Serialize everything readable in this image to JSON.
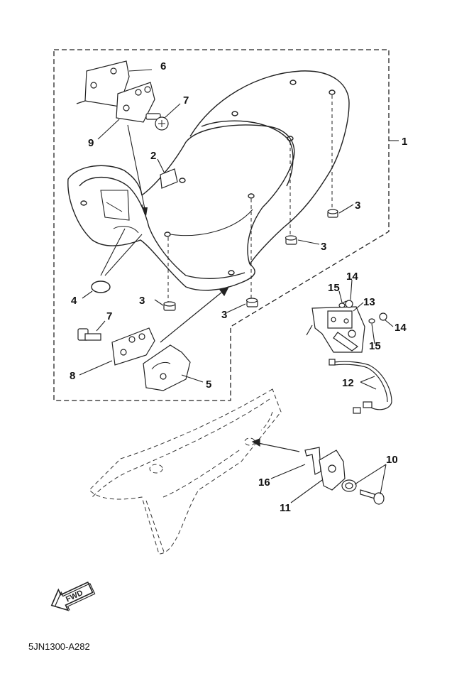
{
  "diagram": {
    "reference_code": "5JN1300-A282",
    "fwd_label": "FWD",
    "callouts": {
      "c1": "1",
      "c2": "2",
      "c3a": "3",
      "c3b": "3",
      "c3c": "3",
      "c3d": "3",
      "c4": "4",
      "c5": "5",
      "c6": "6",
      "c7a": "7",
      "c7b": "7",
      "c8": "8",
      "c9": "9",
      "c10": "10",
      "c11": "11",
      "c12": "12",
      "c13": "13",
      "c14a": "14",
      "c14b": "14",
      "c15a": "15",
      "c15b": "15",
      "c16": "16"
    }
  }
}
